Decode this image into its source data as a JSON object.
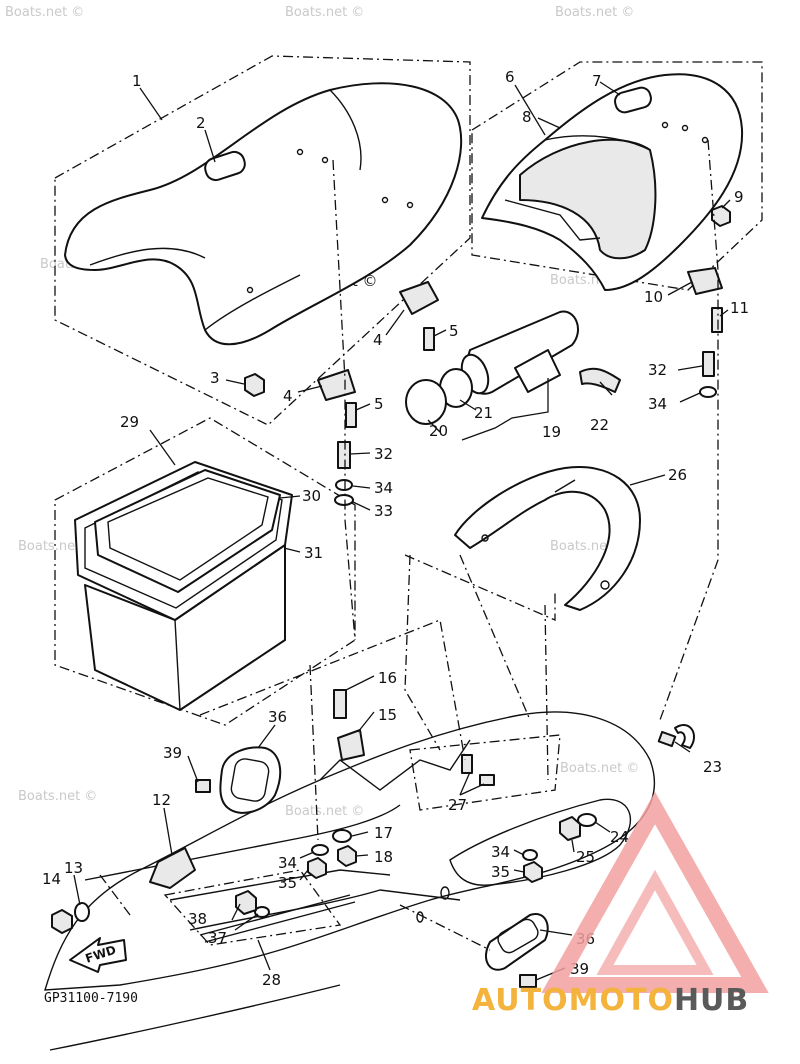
{
  "diagram_code": "GP31100-7190",
  "fwd_label": "FWD",
  "watermark_main": "Boats.net ©",
  "watermark_faint": "Boats.net ©",
  "logo": {
    "part1": "AUTOMOTO",
    "part2": "HUB"
  },
  "callouts": {
    "c1": "1",
    "c2": "2",
    "c3": "3",
    "c4a": "4",
    "c4b": "4",
    "c5a": "5",
    "c5b": "5",
    "c6": "6",
    "c7": "7",
    "c8": "8",
    "c9": "9",
    "c10": "10",
    "c11": "11",
    "c12": "12",
    "c13": "13",
    "c14": "14",
    "c15": "15",
    "c16": "16",
    "c17": "17",
    "c18": "18",
    "c19": "19",
    "c20": "20",
    "c21": "21",
    "c22": "22",
    "c23": "23",
    "c24": "24",
    "c25": "25",
    "c26": "26",
    "c27": "27",
    "c28": "28",
    "c29": "29",
    "c30": "30",
    "c31": "31",
    "c32a": "32",
    "c32b": "32",
    "c33": "33",
    "c34a": "34",
    "c34b": "34",
    "c34c": "34",
    "c34d": "34",
    "c35a": "35",
    "c35b": "35",
    "c36a": "36",
    "c36b": "36",
    "c37": "37",
    "c38": "38",
    "c39a": "39",
    "c39b": "39"
  },
  "colors": {
    "logo_accent": "#f3b33d",
    "logo_triangle": "#f2a0a0",
    "logo_dark": "#5a5a5a"
  }
}
